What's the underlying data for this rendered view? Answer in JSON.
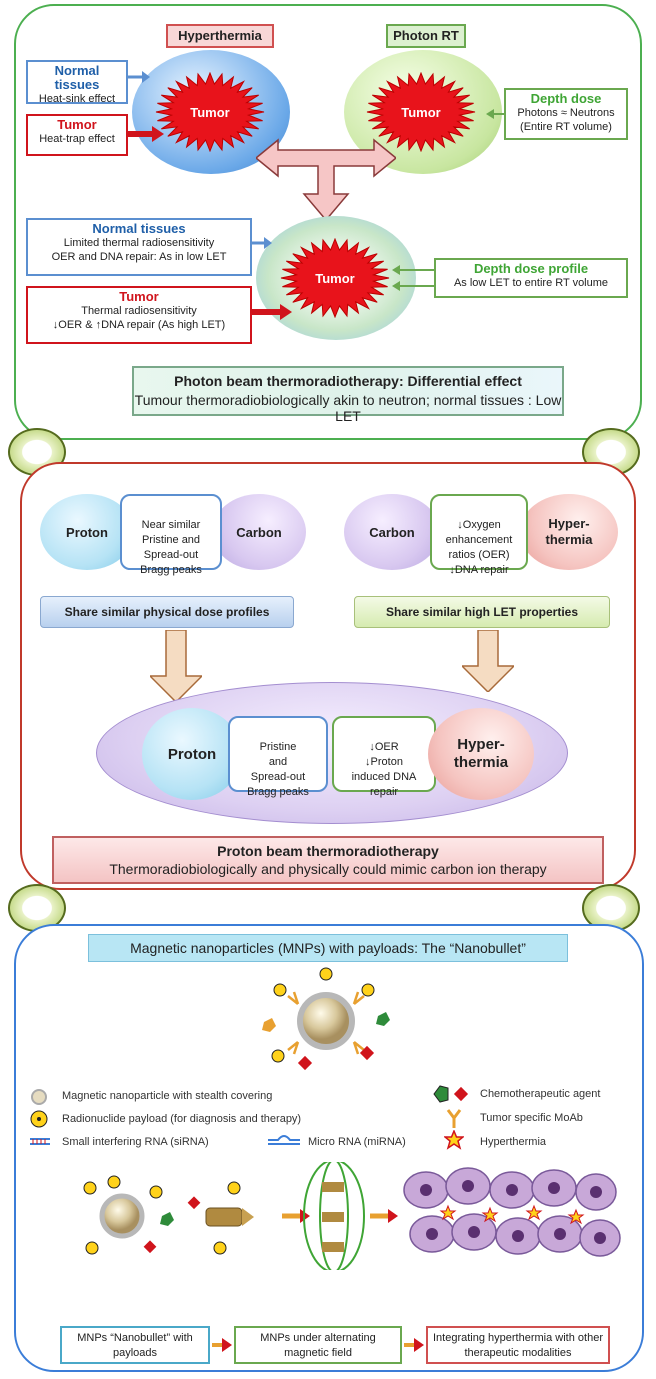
{
  "panel1": {
    "hyperthermia_label": "Hyperthermia",
    "photon_label": "Photon RT",
    "tumor": "Tumor",
    "normal_title": "Normal tissues",
    "normal_text": "Heat-sink effect",
    "tumor_title": "Tumor",
    "tumor_text": "Heat-trap effect",
    "depth_title": "Depth dose",
    "depth_text1": "Photons ≈ Neutrons",
    "depth_text2": "(Entire RT volume)",
    "normal2_title": "Normal tissues",
    "normal2_text1": "Limited thermal radiosensitivity",
    "normal2_text2": "OER and DNA repair: As in low LET",
    "tumor2_title": "Tumor",
    "tumor2_text1": "Thermal radiosensitivity",
    "tumor2_text2": "↓OER & ↑DNA repair (As high LET)",
    "depthprof_title": "Depth dose profile",
    "depthprof_text": "As low LET to entire RT volume",
    "summary_title": "Photon beam thermoradiotherapy: Differential effect",
    "summary_text": "Tumour thermoradiobiologically akin to neutron; normal tissues : Low LET"
  },
  "panel2": {
    "proton": "Proton",
    "carbon": "Carbon",
    "carbon2": "Carbon",
    "hyperthermia": "Hyper-\nthermia",
    "bragg_text": "Near similar\nPristine and\nSpread-out\nBragg peaks",
    "oer_text": "↓Oxygen\nenhancement\nratios (OER)\n↓DNA repair",
    "share_physical": "Share similar physical dose profiles",
    "share_let": "Share similar high LET properties",
    "combo_proton": "Proton",
    "combo_bragg": "Pristine\nand\nSpread-out\nBragg peaks",
    "combo_oer": "↓OER\n↓Proton\ninduced DNA\nrepair",
    "combo_hyper": "Hyper-\nthermia",
    "summary_title": "Proton beam thermoradiotherapy",
    "summary_text": "Thermoradiobiologically and physically could mimic carbon ion therapy"
  },
  "panel3": {
    "title": "Magnetic nanoparticles (MNPs) with payloads: The “Nanobullet”",
    "legend_mnp": "Magnetic nanoparticle with stealth covering",
    "legend_radio": "Radionuclide payload (for diagnosis and therapy)",
    "legend_sirna": "Small interfering RNA (siRNA)",
    "legend_mirna": "Micro RNA (miRNA)",
    "legend_chemo": "Chemotherapeutic agent",
    "legend_moab": "Tumor specific MoAb",
    "legend_hyper": "Hyperthermia",
    "step1": "MNPs “Nanobullet” with payloads",
    "step2": "MNPs under alternating magnetic field",
    "step3": "Integrating hyperthermia with other therapeutic modalities"
  },
  "colors": {
    "panel1_border": "#4caf50",
    "panel2_border": "#c0392b",
    "panel3_border": "#3b7dd8",
    "tumor_red": "#e8131b",
    "blue_title": "#1f5fa8",
    "red_title": "#d0141c",
    "green_title": "#3fa535"
  }
}
